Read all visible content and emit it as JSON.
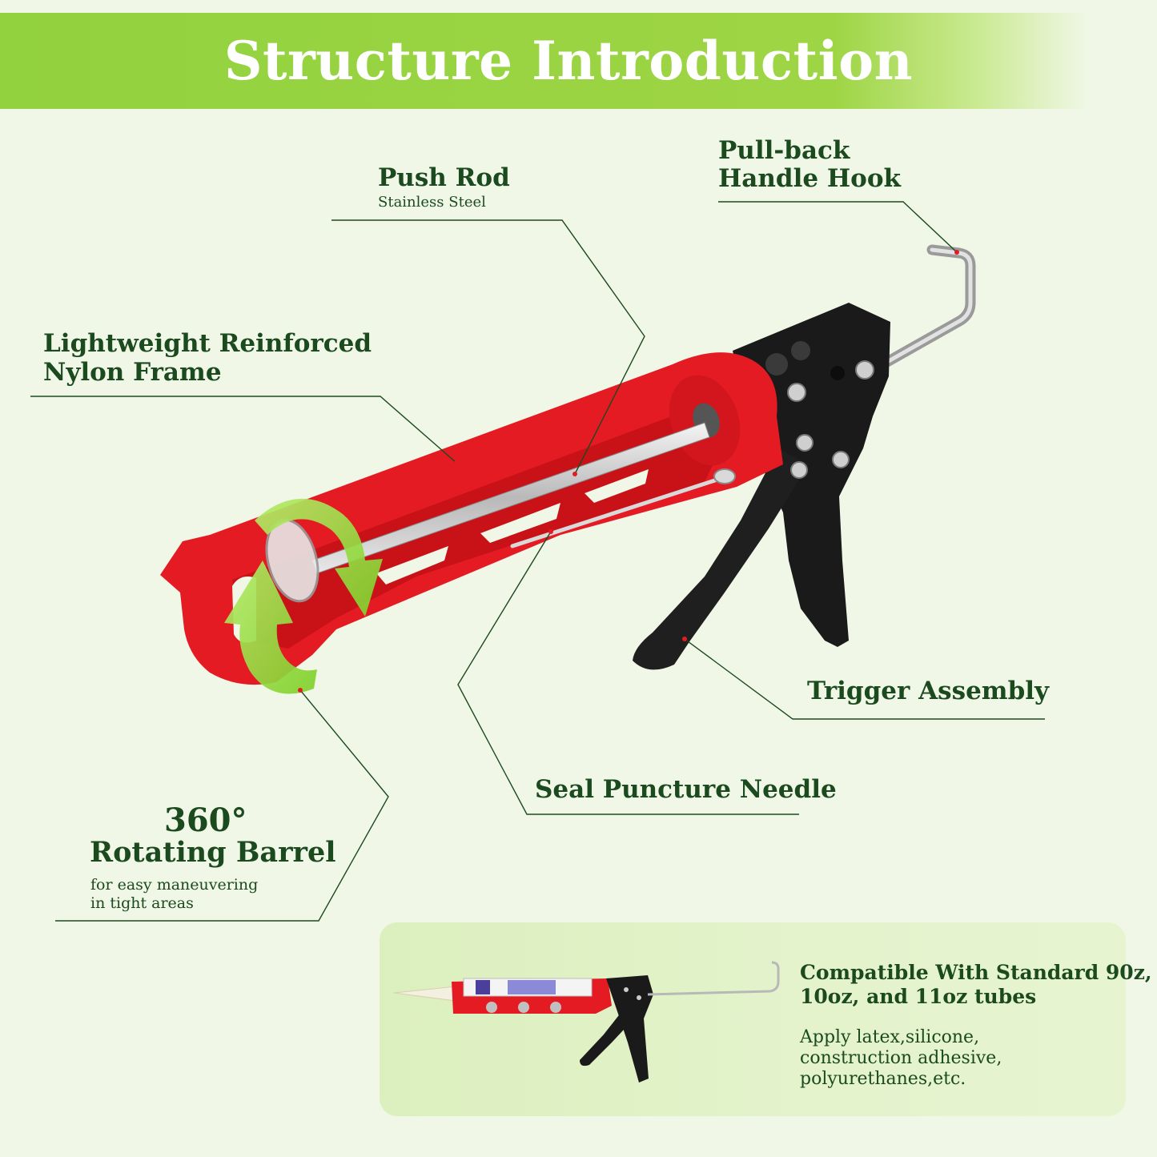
{
  "title": "Structure Introduction",
  "labels": {
    "push_rod": "Push Rod",
    "push_rod_sub": "Stainless Steel",
    "hook_line1": "Pull-back",
    "hook_line2": "Handle Hook",
    "frame_line1": "Lightweight Reinforced",
    "frame_line2": "Nylon Frame",
    "trigger": "Trigger Assembly",
    "needle": "Seal Puncture Needle",
    "rotate_deg": "360°",
    "rotate_title": "Rotating Barrel",
    "rotate_sub1": "for easy maneuvering",
    "rotate_sub2": "in tight areas"
  },
  "compat": {
    "heading_line1": "Compatible With Standard 90z,",
    "heading_line2": "10oz, and 11oz tubes",
    "desc_line1": "Apply latex,silicone,",
    "desc_line2": "construction adhesive,",
    "desc_line3": "polyurethanes,etc."
  },
  "colors": {
    "banner": "#9ed544",
    "text": "#1b4a1f",
    "frame_red": "#e41b23",
    "handle_black": "#1a1a1a",
    "arrow_green": "#98dd3a"
  }
}
